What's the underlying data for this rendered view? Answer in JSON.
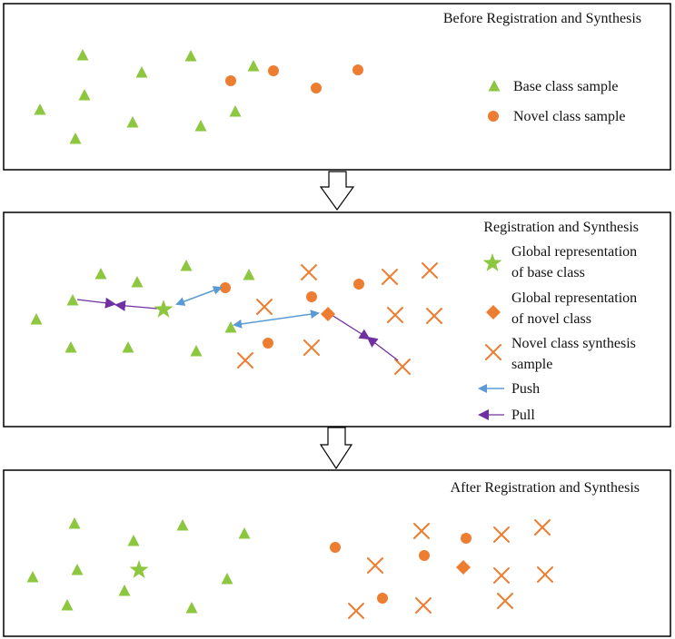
{
  "colors": {
    "base": "#8dc63f",
    "novel": "#ed7d31",
    "push": "#5b9bd5",
    "pull": "#7030a0",
    "border": "#000000"
  },
  "panel1": {
    "title": "Before Registration and Synthesis",
    "legend": {
      "base": "Base class sample",
      "novel": "Novel class sample"
    }
  },
  "panel2": {
    "title": "Registration and Synthesis",
    "legend": {
      "global_base_1": "Global representation",
      "global_base_2": "of base class",
      "global_novel_1": "Global representation",
      "global_novel_2": "of novel class",
      "synth_1": "Novel class synthesis",
      "synth_2": "sample",
      "push": "Push",
      "pull": "Pull"
    }
  },
  "panel3": {
    "title": "After Registration and Synthesis"
  },
  "icons": {
    "base": "triangle-icon",
    "novel": "circle-icon",
    "global_base": "star-icon",
    "global_novel": "diamond-icon",
    "synth": "cross-icon",
    "flow": "down-arrow-icon"
  }
}
